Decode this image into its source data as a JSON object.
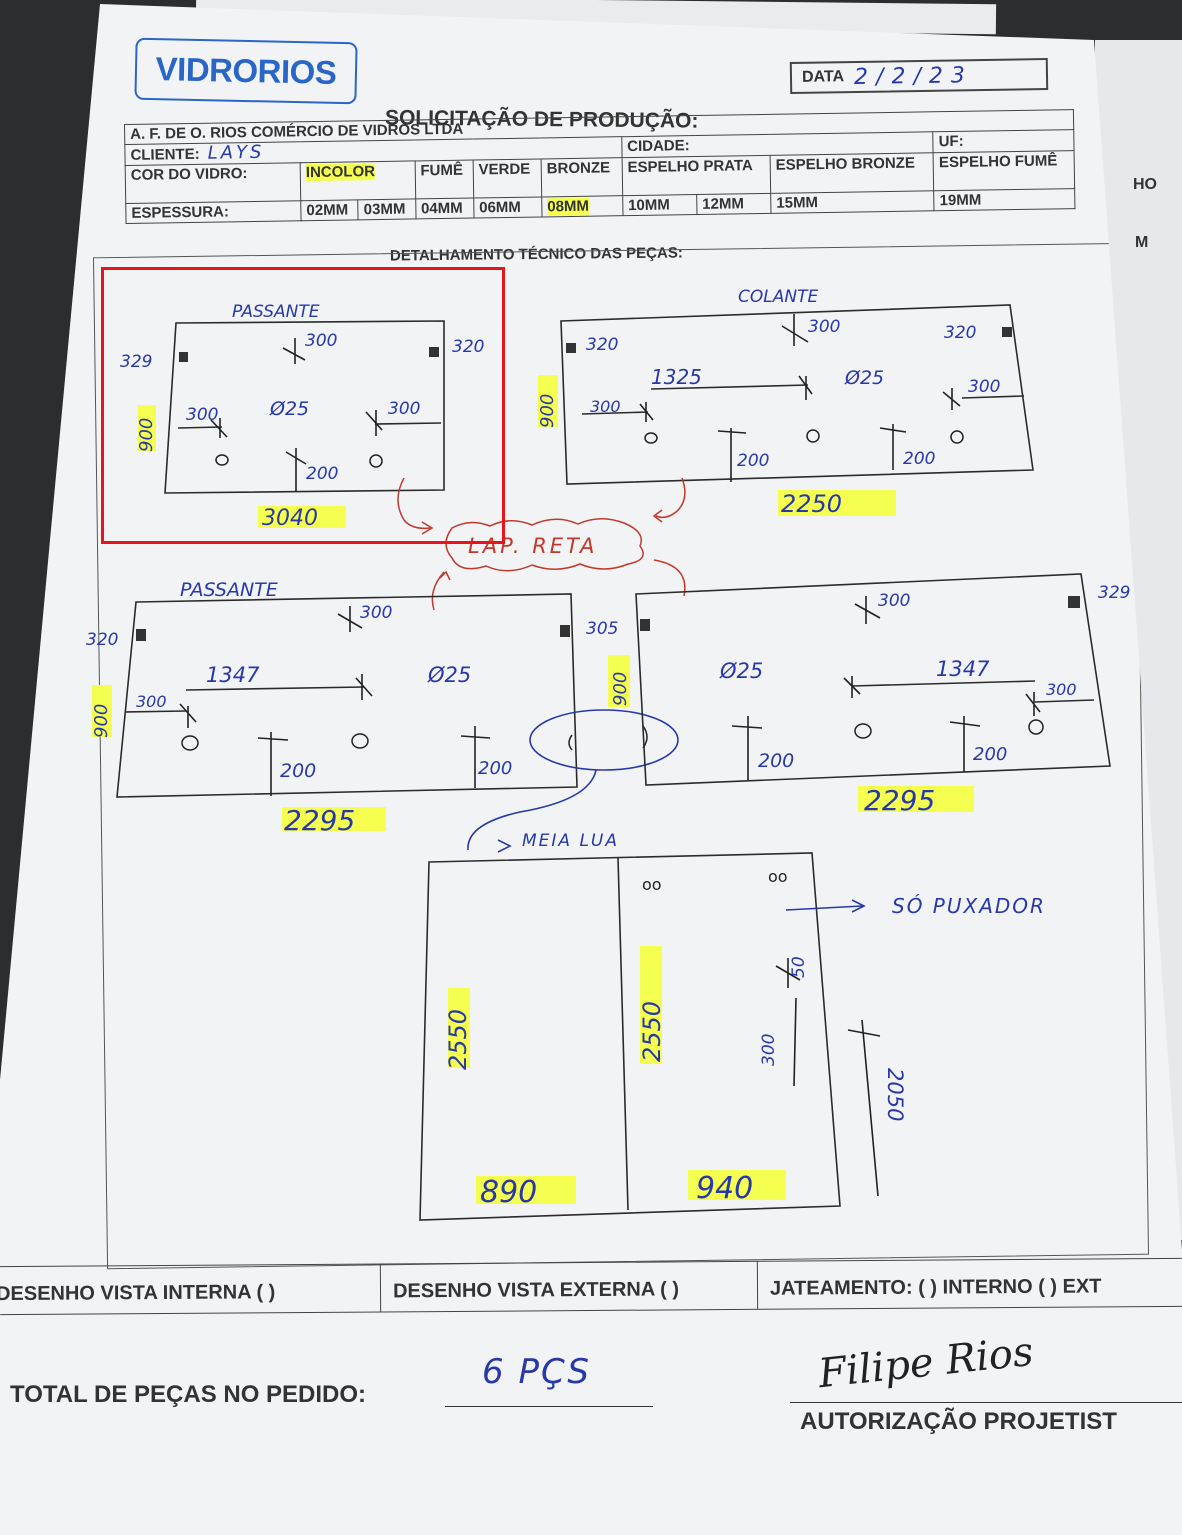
{
  "header": {
    "logo": "VIDRORIOS",
    "date_label": "DATA",
    "date_value": "2/2/23",
    "title": "SOLICITAÇÃO DE PRODUÇÃO:",
    "company": "A. F. DE O. RIOS COMÉRCIO DE VIDROS LTDA",
    "client_label": "CLIENTE:",
    "client_value": "LAYS",
    "city_label": "CIDADE:",
    "uf_label": "UF:",
    "color_label": "COR DO VIDRO:",
    "colors": [
      "INCOLOR",
      "FUMÊ",
      "VERDE",
      "BRONZE",
      "ESPELHO PRATA",
      "ESPELHO BRONZE",
      "ESPELHO FUMÊ"
    ],
    "thickness_label": "ESPESSURA:",
    "thicknesses": [
      "02MM",
      "03MM",
      "04MM",
      "06MM",
      "08MM",
      "10MM",
      "12MM",
      "15MM",
      "19MM"
    ],
    "selected_color": "INCOLOR",
    "selected_thickness": "08MM",
    "section_title": "DETALHAMENTO TÉCNICO DAS PEÇAS:"
  },
  "side_sheet": {
    "t1": "HO",
    "t2": "M"
  },
  "drawings": {
    "p1": {
      "label": "PASSANTE",
      "width": "3040",
      "height": "900",
      "d1": "329",
      "d2": "320",
      "d3": "300",
      "d4": "Ø25",
      "d5": "300",
      "d6": "300",
      "d7": "200"
    },
    "p2": {
      "label": "COLANTE",
      "width": "2250",
      "height": "900",
      "d1": "320",
      "d2": "300",
      "d3": "320",
      "d4": "1325",
      "d5": "Ø25",
      "d6": "300",
      "d7": "300",
      "d8": "200",
      "d9": "200"
    },
    "p3": {
      "label": "PASSANTE",
      "width": "2295",
      "height": "900",
      "d1": "320",
      "d2": "300",
      "d3": "1347",
      "d4": "Ø25",
      "d5": "300",
      "d6": "200",
      "d7": "200"
    },
    "p4": {
      "width": "2295",
      "height": "900",
      "d1": "305",
      "d2": "300",
      "d3": "329",
      "d4": "Ø25",
      "d5": "1347",
      "d6": "300",
      "d7": "200",
      "d8": "200"
    },
    "p5": {
      "h_left": "2550",
      "h_right": "2550",
      "w_left": "890",
      "w_right": "940",
      "d1": "50",
      "d2": "300",
      "d3": "2050"
    },
    "notes": {
      "lap_reta": "LAP. RETA",
      "meia_lua": "MEIA LUA",
      "so_puxador": "SÓ PUXADOR"
    }
  },
  "footer": {
    "vista_interna": "DESENHO VISTA INTERNA ( )",
    "vista_externa": "DESENHO VISTA EXTERNA ( )",
    "jateamento": "JATEAMENTO: ( ) INTERNO ( ) EXT",
    "total_label": "TOTAL DE PEÇAS NO PEDIDO:",
    "total_value": "6 PÇS",
    "signature": "Filipe Rios",
    "auth_label": "AUTORIZAÇÃO PROJETIST"
  },
  "colors": {
    "ink": "#2838a8",
    "marker_red": "#c0392b",
    "highlight": "#f4ff4f",
    "box": "#e8141c"
  }
}
